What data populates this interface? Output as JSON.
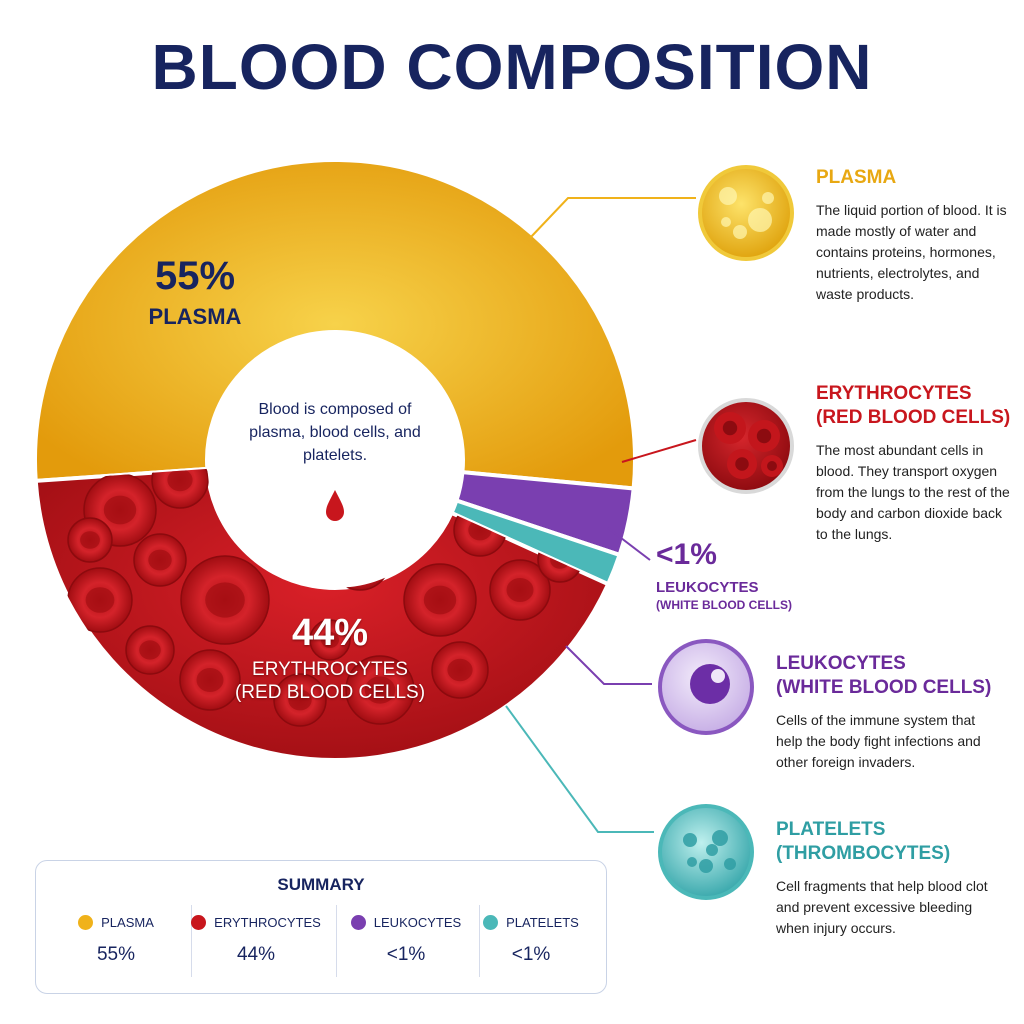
{
  "title": "BLOOD COMPOSITION",
  "center_text": "Blood is composed of plasma, blood cells, and platelets.",
  "colors": {
    "plasma": "#f0b21a",
    "erythrocytes": "#c8161d",
    "leukocytes": "#7a3fb0",
    "platelets": "#4bb8b8",
    "title": "#17245f"
  },
  "ring_labels": {
    "plasma_pct": "55%",
    "plasma_name": "PLASMA",
    "ery_pct": "44%",
    "ery_name": "ERYTHROCYTES",
    "ery_sub": "(RED BLOOD CELLS)",
    "leuko_pct": "<1%",
    "leuko_name": "LEUKOCYTES",
    "leuko_sub": "(WHITE BLOOD CELLS)"
  },
  "info": {
    "plasma": {
      "title": "PLASMA",
      "text": "The liquid portion of blood. It is made mostly of water and contains proteins, hormones, nutrients, electrolytes, and waste products."
    },
    "erythrocytes": {
      "title1": "ERYTHROCYTES",
      "title2": "(RED BLOOD CELLS)",
      "text": "The most abundant cells in blood. They transport oxygen from the lungs to the rest of the body and carbon dioxide back to the lungs."
    },
    "leukocytes": {
      "title1": "LEUKOCYTES",
      "title2": "(WHITE BLOOD CELLS)",
      "text": "Cells of the immune system that help the body fight infections and other foreign invaders."
    },
    "platelets": {
      "title1": "PLATELETS",
      "title2": "(THROMBOCYTES)",
      "text": "Cell fragments that help blood clot and prevent excessive bleeding when injury occurs."
    }
  },
  "summary": {
    "title": "SUMMARY",
    "items": [
      {
        "name": "PLASMA",
        "value": "55%"
      },
      {
        "name": "ERYTHROCYTES",
        "value": "44%"
      },
      {
        "name": "LEUKOCYTES",
        "value": "<1%"
      },
      {
        "name": "PLATELETS",
        "value": "<1%"
      }
    ]
  },
  "chart_data": {
    "type": "pie",
    "title": "BLOOD COMPOSITION",
    "categories": [
      "PLASMA",
      "ERYTHROCYTES",
      "LEUKOCYTES",
      "PLATELETS"
    ],
    "values": [
      55,
      44,
      0.6,
      0.4
    ],
    "value_labels": [
      "55%",
      "44%",
      "<1%",
      "<1%"
    ],
    "colors": [
      "#f0b21a",
      "#c8161d",
      "#7a3fb0",
      "#4bb8b8"
    ],
    "legend": "bottom-left"
  }
}
